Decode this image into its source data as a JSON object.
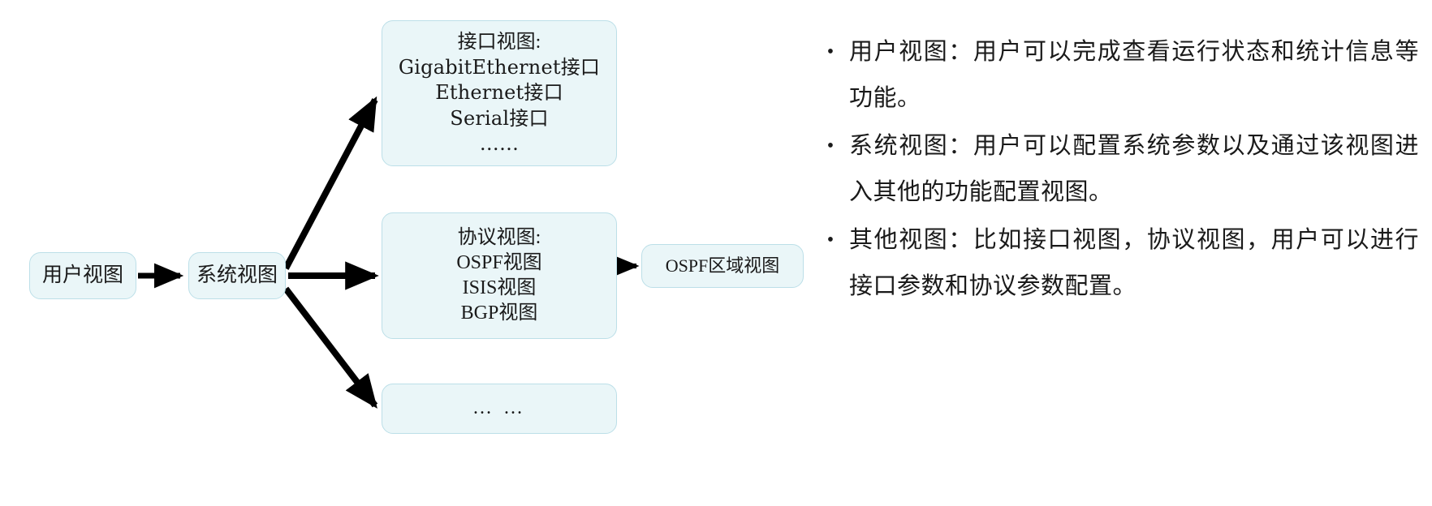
{
  "diagram": {
    "nodes": {
      "user_view": {
        "label": "用户视图"
      },
      "system_view": {
        "label": "系统视图"
      },
      "interface_view": {
        "title": "接口视图:",
        "items": [
          "GigabitEthernet接口",
          "Ethernet接口",
          "Serial接口",
          "……"
        ]
      },
      "protocol_view": {
        "title": "协议视图:",
        "items": [
          "OSPF视图",
          "ISIS视图",
          "BGP视图"
        ]
      },
      "ospf_area_view": {
        "label": "OSPF区域视图"
      },
      "more_view": {
        "label": "… …"
      }
    },
    "colors": {
      "node_fill": "#eaf6f8",
      "node_border": "#bcdfe8",
      "arrow": "#000000",
      "text": "#1a1a1a"
    }
  },
  "bullets": {
    "marker": "•",
    "items": [
      {
        "text": "用户视图：用户可以完成查看运行状态和统计信息等功能。"
      },
      {
        "text": "系统视图：用户可以配置系统参数以及通过该视图进入其他的功能配置视图。"
      },
      {
        "text": "其他视图：比如接口视图，协议视图，用户可以进行接口参数和协议参数配置。"
      }
    ]
  }
}
